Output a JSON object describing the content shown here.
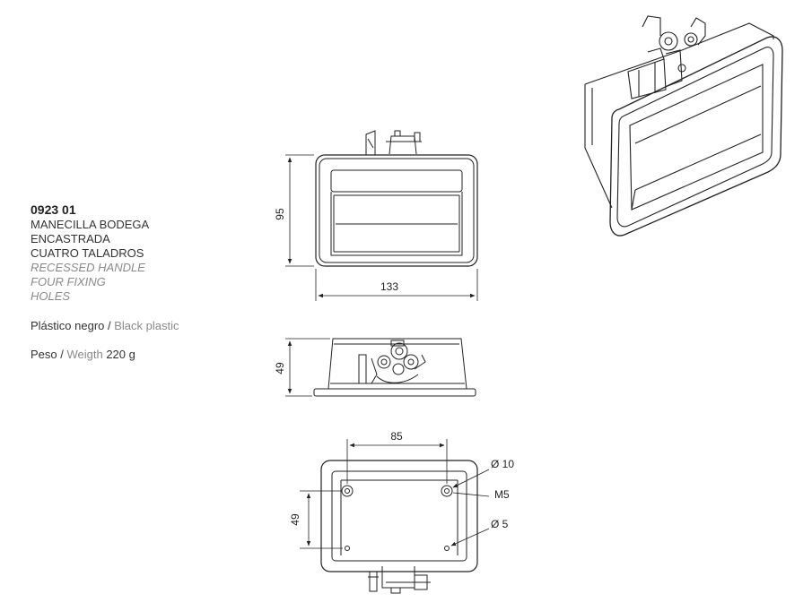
{
  "product": {
    "code": "0923 01",
    "name_es": [
      "MANECILLA BODEGA",
      "ENCASTRADA",
      "CUATRO TALADROS"
    ],
    "name_en": [
      "RECESSED HANDLE",
      "FOUR FIXING",
      "HOLES"
    ]
  },
  "material": {
    "es": "Plástico negro",
    "sep": " / ",
    "en": "Black plastic"
  },
  "weight": {
    "es": "Peso",
    "sep": " / ",
    "en": "Weigth",
    "value": " 220 g"
  },
  "dimensions": {
    "front_height": "95",
    "front_width": "133",
    "side_depth": "49",
    "rear_hole_spacing": "85",
    "rear_vertical": "49",
    "hole_large": "Ø 10",
    "thread": "M5",
    "hole_small": "Ø 5"
  }
}
